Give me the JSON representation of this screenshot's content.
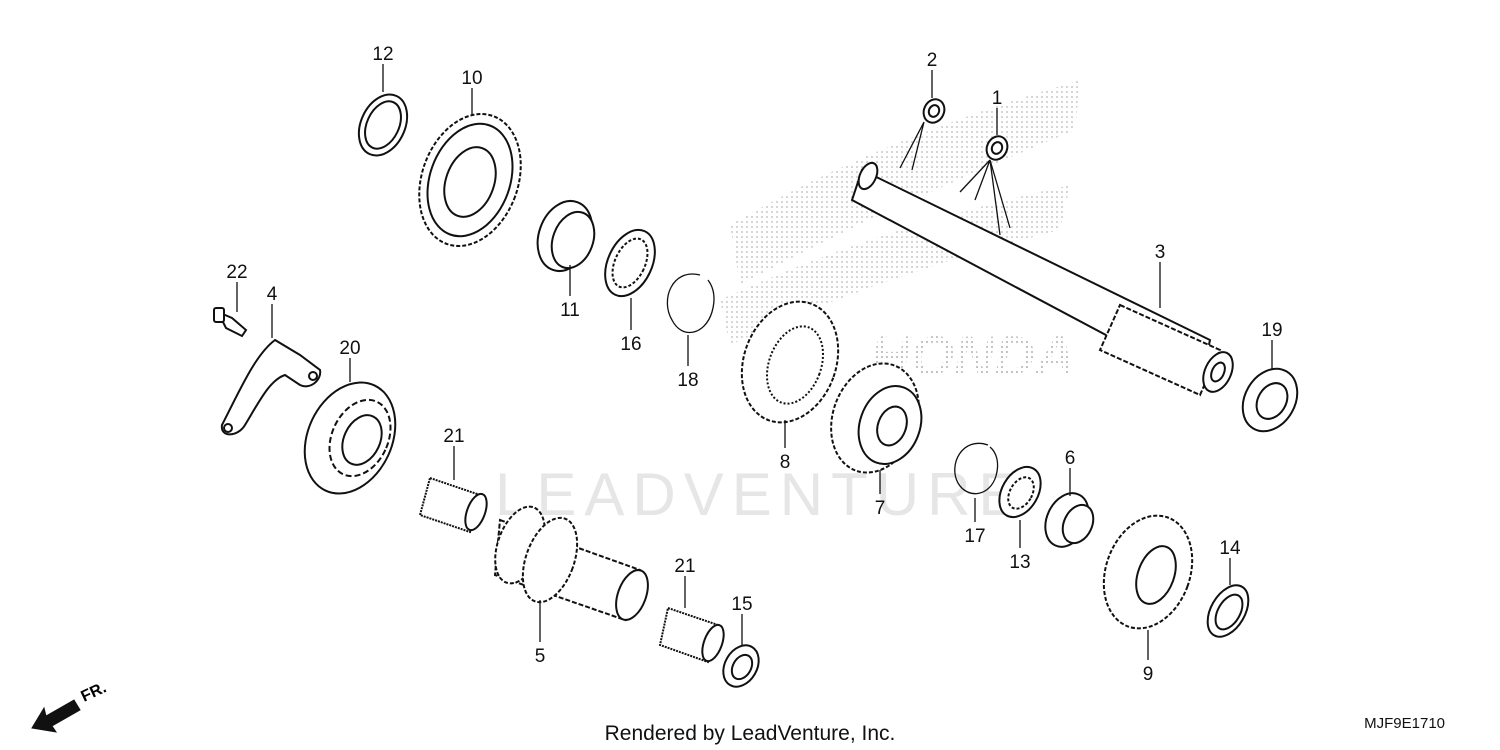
{
  "parts": [
    {
      "id": "1"
    },
    {
      "id": "2"
    },
    {
      "id": "3"
    },
    {
      "id": "4"
    },
    {
      "id": "5"
    },
    {
      "id": "6"
    },
    {
      "id": "7"
    },
    {
      "id": "8"
    },
    {
      "id": "9"
    },
    {
      "id": "10"
    },
    {
      "id": "11"
    },
    {
      "id": "12"
    },
    {
      "id": "13"
    },
    {
      "id": "14"
    },
    {
      "id": "15"
    },
    {
      "id": "16"
    },
    {
      "id": "17"
    },
    {
      "id": "18"
    },
    {
      "id": "19"
    },
    {
      "id": "20"
    },
    {
      "id": "21"
    },
    {
      "id": "21"
    },
    {
      "id": "22"
    }
  ],
  "direction": "FR.",
  "footer": "Rendered by LeadVenture, Inc.",
  "code": "MJF9E1710",
  "watermark": "LEADVENTURE",
  "brand": "HONDA"
}
